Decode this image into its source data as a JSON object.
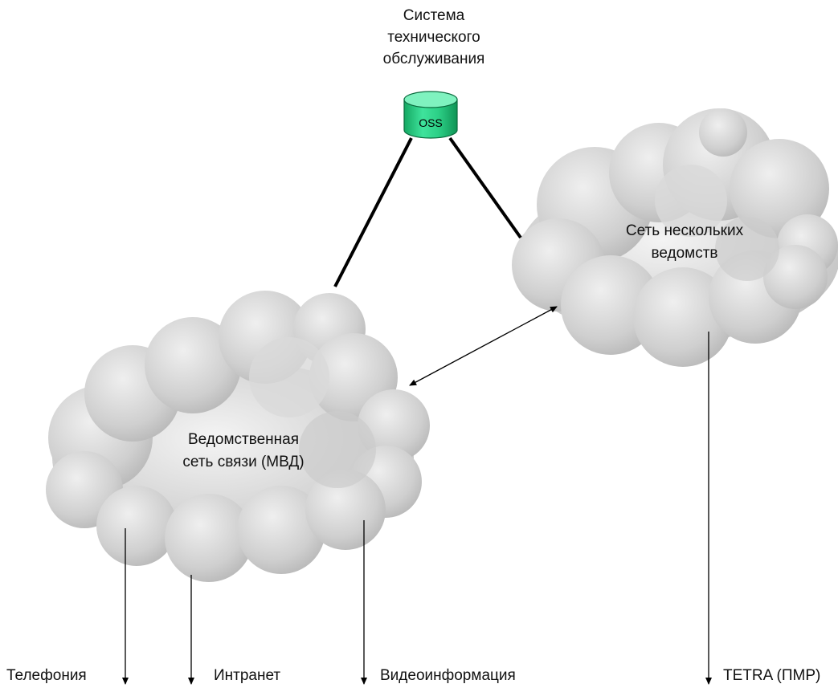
{
  "oss": {
    "title_lines": [
      "Система",
      "технического",
      "обслуживания"
    ],
    "db_label": "OSS",
    "db_color": "#2ecf86"
  },
  "clouds": {
    "right": {
      "label_lines": [
        "Сеть нескольких",
        "ведомств"
      ]
    },
    "left": {
      "label_lines": [
        "Ведомственная",
        "сеть связи (МВД)"
      ]
    }
  },
  "outputs": {
    "telephony": "Телефония",
    "intranet": "Интранет",
    "video": "Видеоинформация",
    "tetra": "TETRA (ПМР)"
  }
}
